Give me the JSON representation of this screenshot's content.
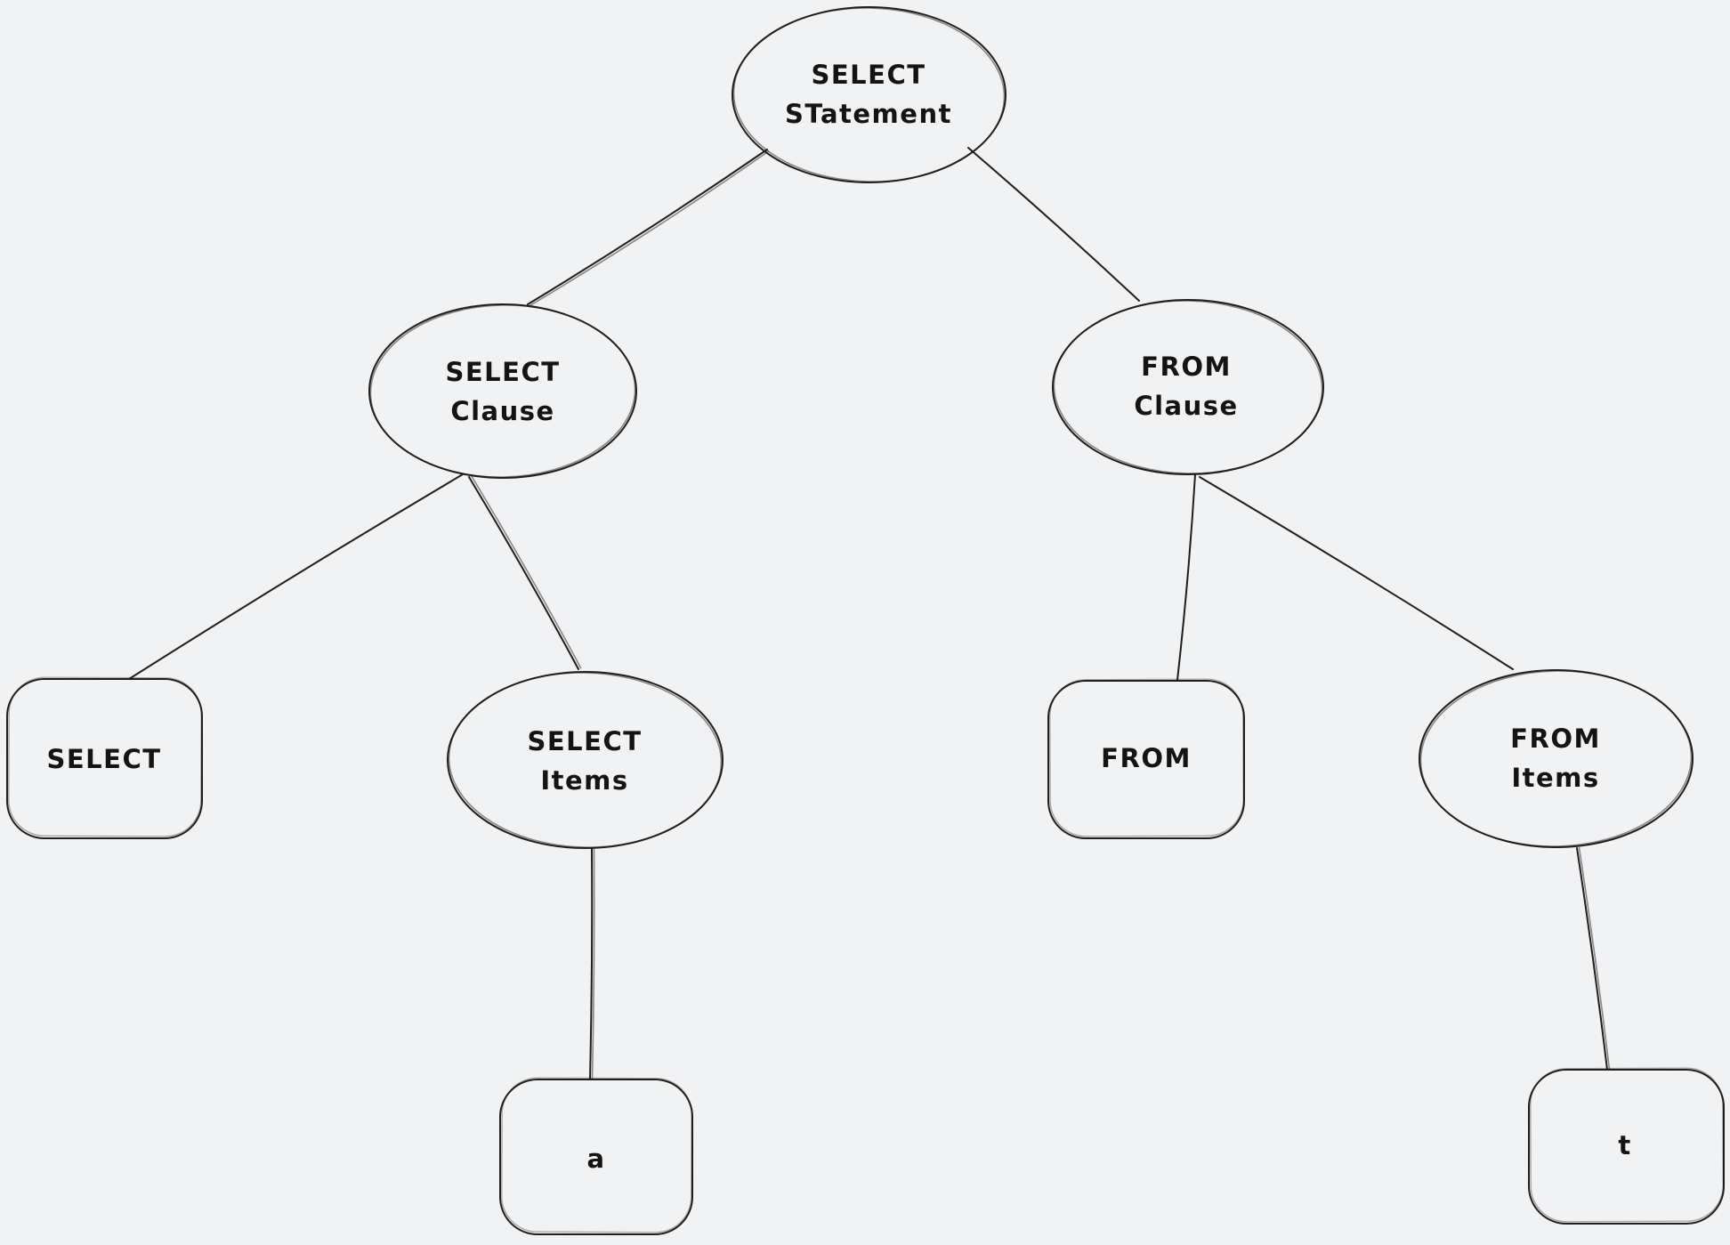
{
  "canvas": {
    "background_color": "#f1f2f4",
    "stroke_color": "#1e1e1e",
    "text_color": "#141414"
  },
  "nodes": {
    "select_statement": {
      "line1": "SELECT",
      "line2": "STatement"
    },
    "select_clause": {
      "line1": "SELECT",
      "line2": "Clause"
    },
    "from_clause": {
      "line1": "FROM",
      "line2": "Clause"
    },
    "select_keyword": {
      "line1": "SELECT"
    },
    "select_items": {
      "line1": "SELECT",
      "line2": "Items"
    },
    "from_keyword": {
      "line1": "FROM"
    },
    "from_items": {
      "line1": "FROM",
      "line2": "Items"
    },
    "select_item_a": {
      "line1": "a"
    },
    "from_item_t": {
      "line1": "t"
    }
  }
}
